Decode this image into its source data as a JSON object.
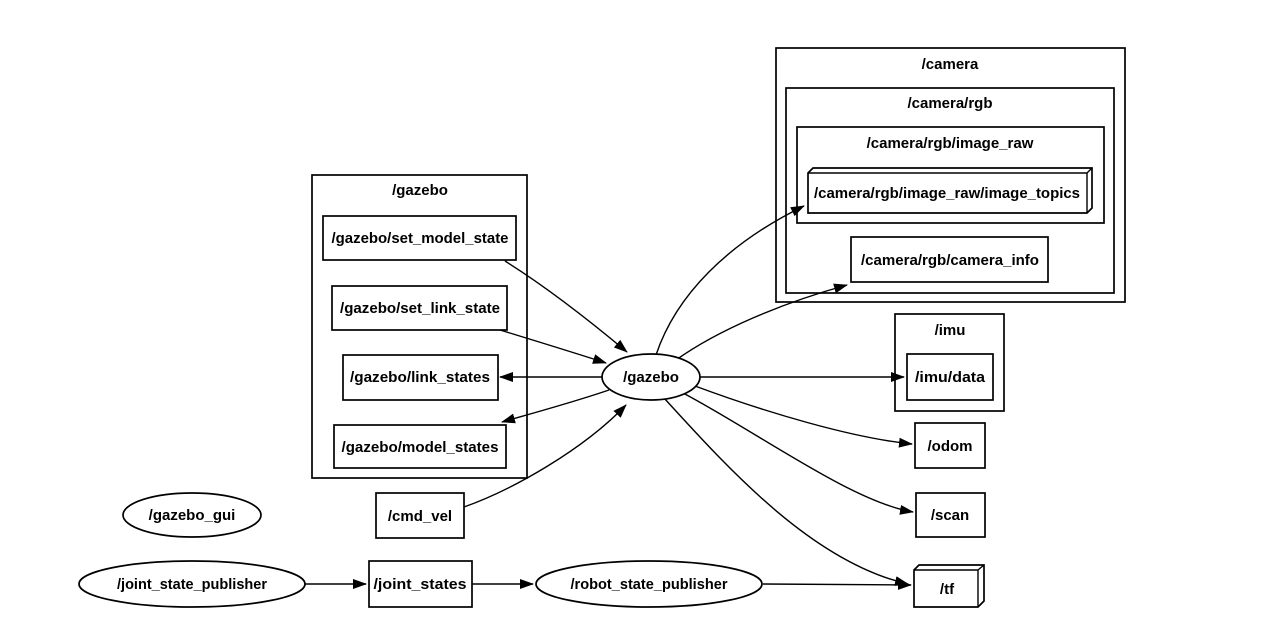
{
  "graph": {
    "tool": "ros-node-topic-graph",
    "colors": {
      "background": "#ffffff",
      "stroke": "#000000",
      "text": "#000000"
    },
    "clusters": [
      {
        "id": "camera",
        "label": "/camera"
      },
      {
        "id": "camera-rgb",
        "label": "/camera/rgb"
      },
      {
        "id": "camera-rgb-image-raw",
        "label": "/camera/rgb/image_raw"
      },
      {
        "id": "gazebo-namespace",
        "label": "/gazebo"
      },
      {
        "id": "imu",
        "label": "/imu"
      }
    ],
    "topics": [
      {
        "id": "image-topics",
        "label": "/camera/rgb/image_raw/image_topics",
        "shape": "box3d"
      },
      {
        "id": "camera-info",
        "label": "/camera/rgb/camera_info",
        "shape": "box"
      },
      {
        "id": "set-model-state",
        "label": "/gazebo/set_model_state",
        "shape": "box"
      },
      {
        "id": "set-link-state",
        "label": "/gazebo/set_link_state",
        "shape": "box"
      },
      {
        "id": "link-states",
        "label": "/gazebo/link_states",
        "shape": "box"
      },
      {
        "id": "model-states",
        "label": "/gazebo/model_states",
        "shape": "box"
      },
      {
        "id": "imu-data",
        "label": "/imu/data",
        "shape": "box"
      },
      {
        "id": "odom",
        "label": "/odom",
        "shape": "box"
      },
      {
        "id": "scan",
        "label": "/scan",
        "shape": "box"
      },
      {
        "id": "tf",
        "label": "/tf",
        "shape": "box3d"
      },
      {
        "id": "cmd-vel",
        "label": "/cmd_vel",
        "shape": "box"
      },
      {
        "id": "joint-states",
        "label": "/joint_states",
        "shape": "box"
      }
    ],
    "nodes": [
      {
        "id": "gazebo",
        "label": "/gazebo"
      },
      {
        "id": "gazebo-gui",
        "label": "/gazebo_gui"
      },
      {
        "id": "joint-state-publisher",
        "label": "/joint_state_publisher"
      },
      {
        "id": "robot-state-publisher",
        "label": "/robot_state_publisher"
      }
    ],
    "edges": [
      {
        "from": "/gazebo/set_model_state",
        "to": "/gazebo"
      },
      {
        "from": "/gazebo/set_link_state",
        "to": "/gazebo"
      },
      {
        "from": "/gazebo",
        "to": "/gazebo/link_states"
      },
      {
        "from": "/gazebo",
        "to": "/gazebo/model_states"
      },
      {
        "from": "/cmd_vel",
        "to": "/gazebo"
      },
      {
        "from": "/gazebo",
        "to": "/camera/rgb/image_raw/image_topics"
      },
      {
        "from": "/gazebo",
        "to": "/camera/rgb/camera_info"
      },
      {
        "from": "/gazebo",
        "to": "/imu/data"
      },
      {
        "from": "/gazebo",
        "to": "/odom"
      },
      {
        "from": "/gazebo",
        "to": "/scan"
      },
      {
        "from": "/gazebo",
        "to": "/tf"
      },
      {
        "from": "/joint_state_publisher",
        "to": "/joint_states"
      },
      {
        "from": "/joint_states",
        "to": "/robot_state_publisher"
      },
      {
        "from": "/robot_state_publisher",
        "to": "/tf"
      }
    ]
  }
}
